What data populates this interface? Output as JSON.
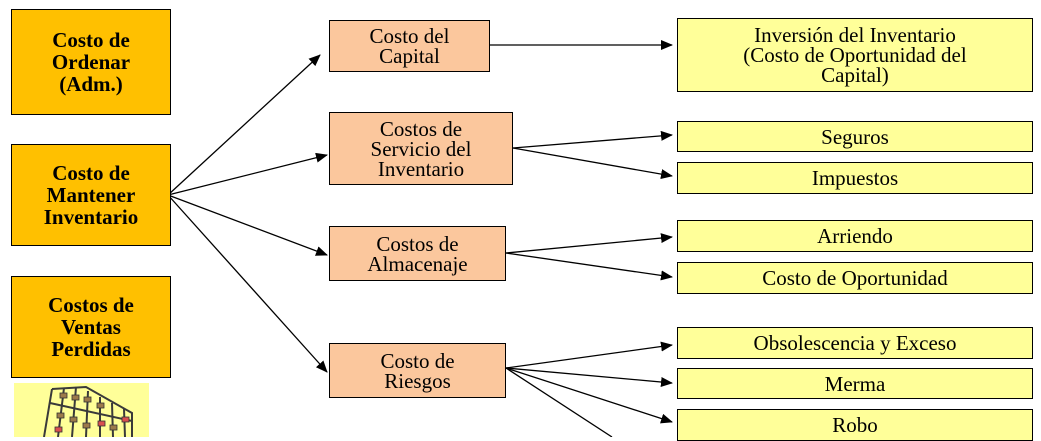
{
  "left_boxes": {
    "ordenar": "Costo de\nOrdenar\n(Adm.)",
    "mantener": "Costo de\nMantener\nInventario",
    "ventas_perdidas": "Costos de\nVentas\nPerdidas"
  },
  "middle_boxes": {
    "capital": "Costo del\nCapital",
    "servicio": "Costos de\nServicio del\nInventario",
    "almacenaje": "Costos de\nAlmacenaje",
    "riesgos": "Costo de\nRiesgos"
  },
  "right_boxes": {
    "inversion": "Inversión del Inventario\n(Costo de Oportunidad del\nCapital)",
    "seguros": "Seguros",
    "impuestos": "Impuestos",
    "arriendo": "Arriendo",
    "costo_oportunidad": "Costo de Oportunidad",
    "obsolescencia": "Obsolescencia y Exceso",
    "merma": "Merma",
    "robo": "Robo"
  },
  "colors": {
    "left_fill": "#ffc000",
    "middle_fill": "#fbc79d",
    "right_fill": "#ffff99"
  },
  "decor": {
    "icon": "abacus-icon"
  }
}
